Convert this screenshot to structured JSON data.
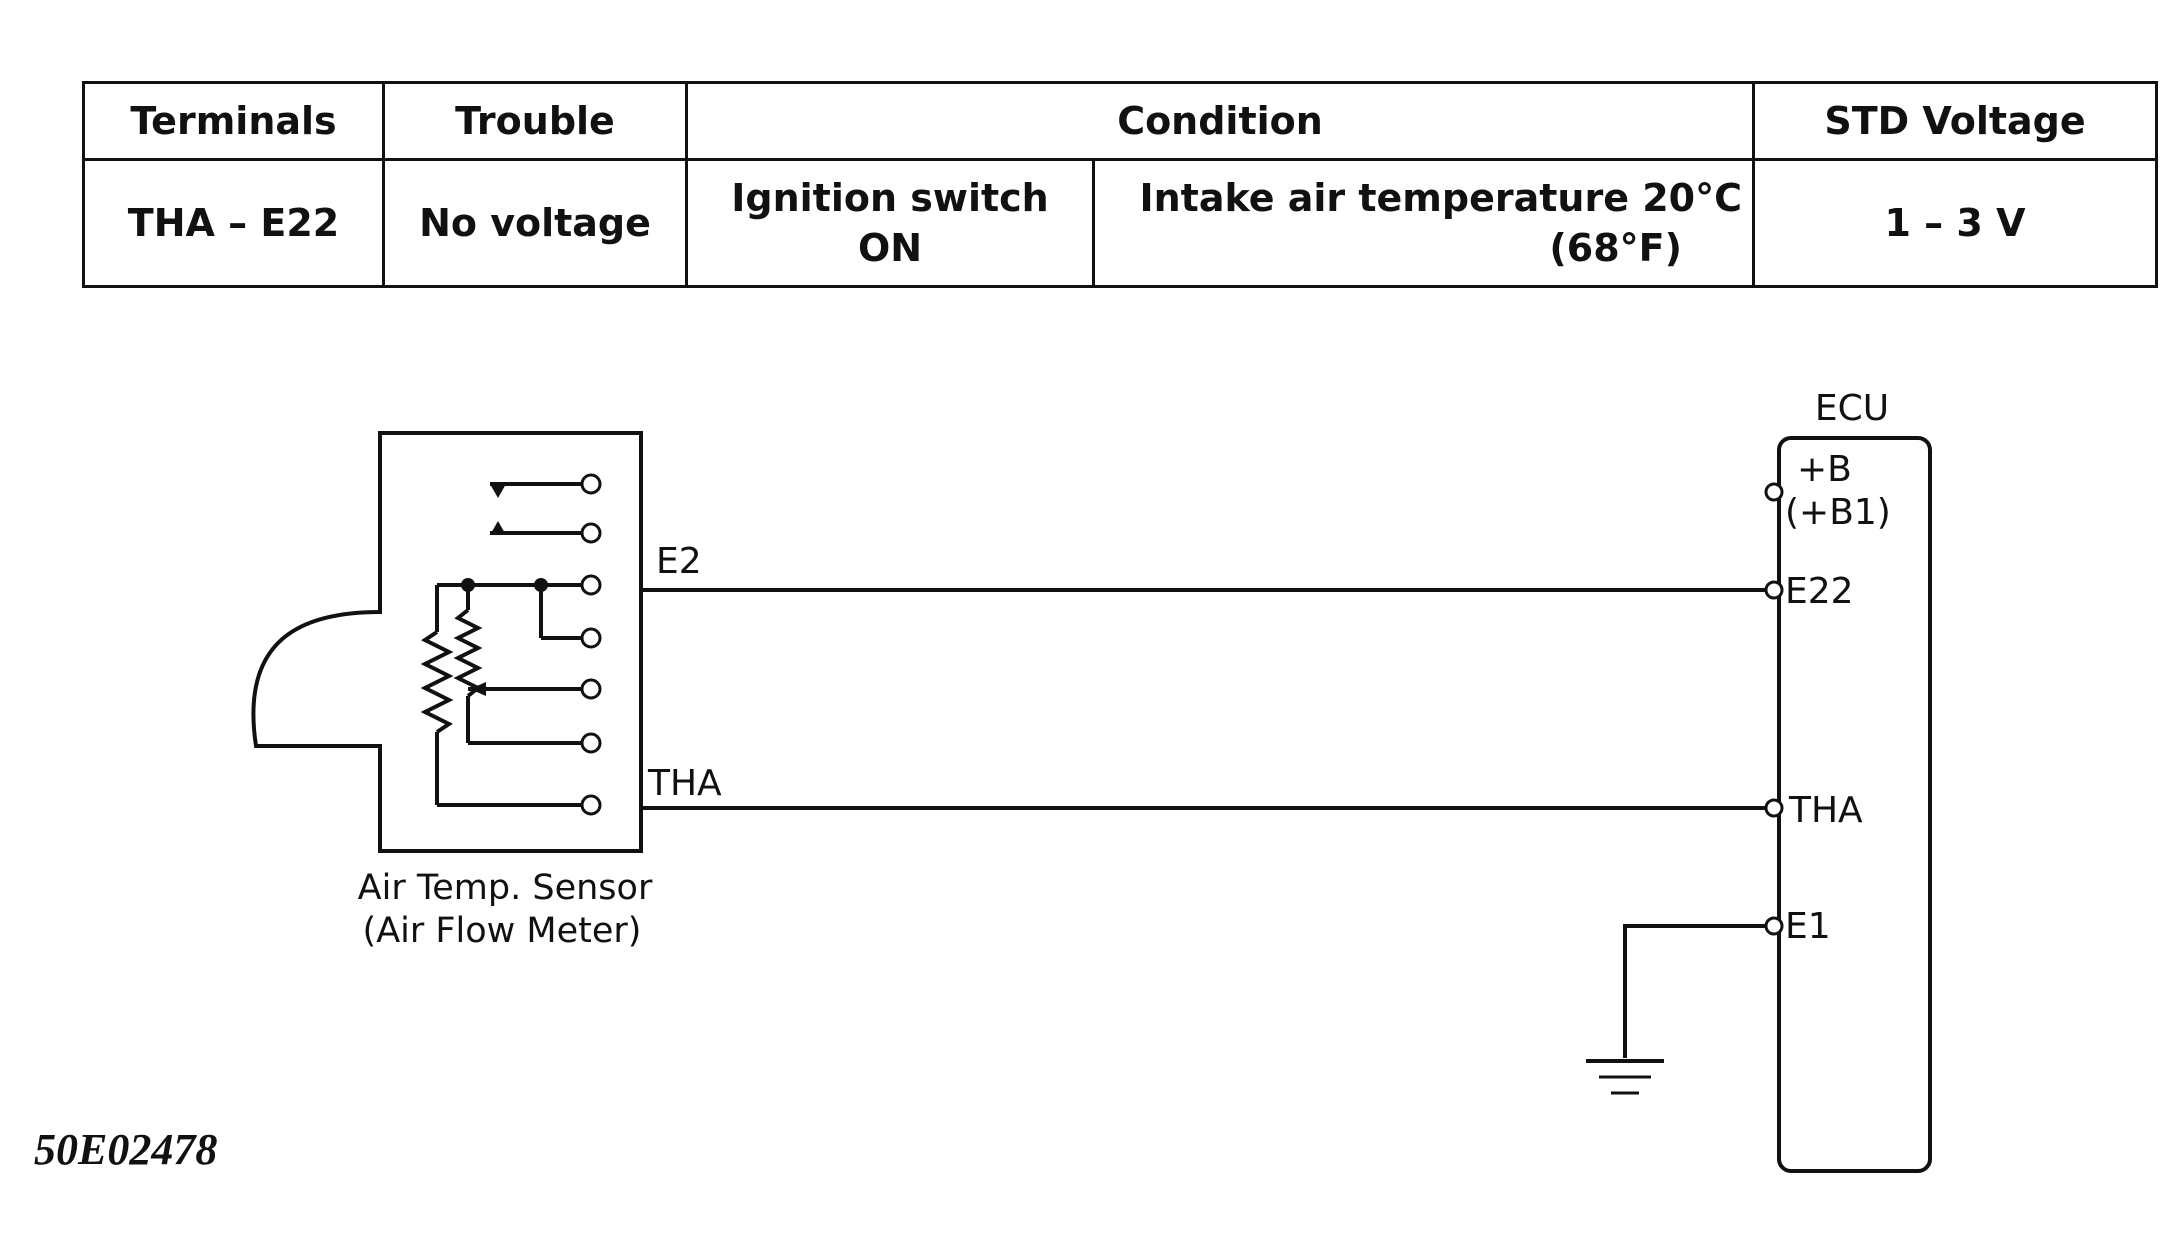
{
  "table": {
    "headers": {
      "terminals": "Terminals",
      "trouble": "Trouble",
      "condition": "Condition",
      "std_voltage": "STD Voltage"
    },
    "row": {
      "terminals": "THA – E22",
      "trouble": "No voltage",
      "condition_1_line1": "Ignition switch",
      "condition_1_line2": "ON",
      "condition_2_line1": "Intake air temperature 20°C",
      "condition_2_line2": "(68°F)",
      "std_voltage": "1 – 3 V"
    }
  },
  "diagram": {
    "sensor_label_line1": "Air Temp. Sensor",
    "sensor_label_line2": "(Air Flow Meter)",
    "sensor_terminal_e2": "E2",
    "sensor_terminal_tha": "THA",
    "ecu_title": "ECU",
    "ecu_b_line1": "+B",
    "ecu_b_line2": "(+B1)",
    "ecu_e22": "E22",
    "ecu_tha": "THA",
    "ecu_e1": "E1"
  },
  "figure_id": "50E02478"
}
